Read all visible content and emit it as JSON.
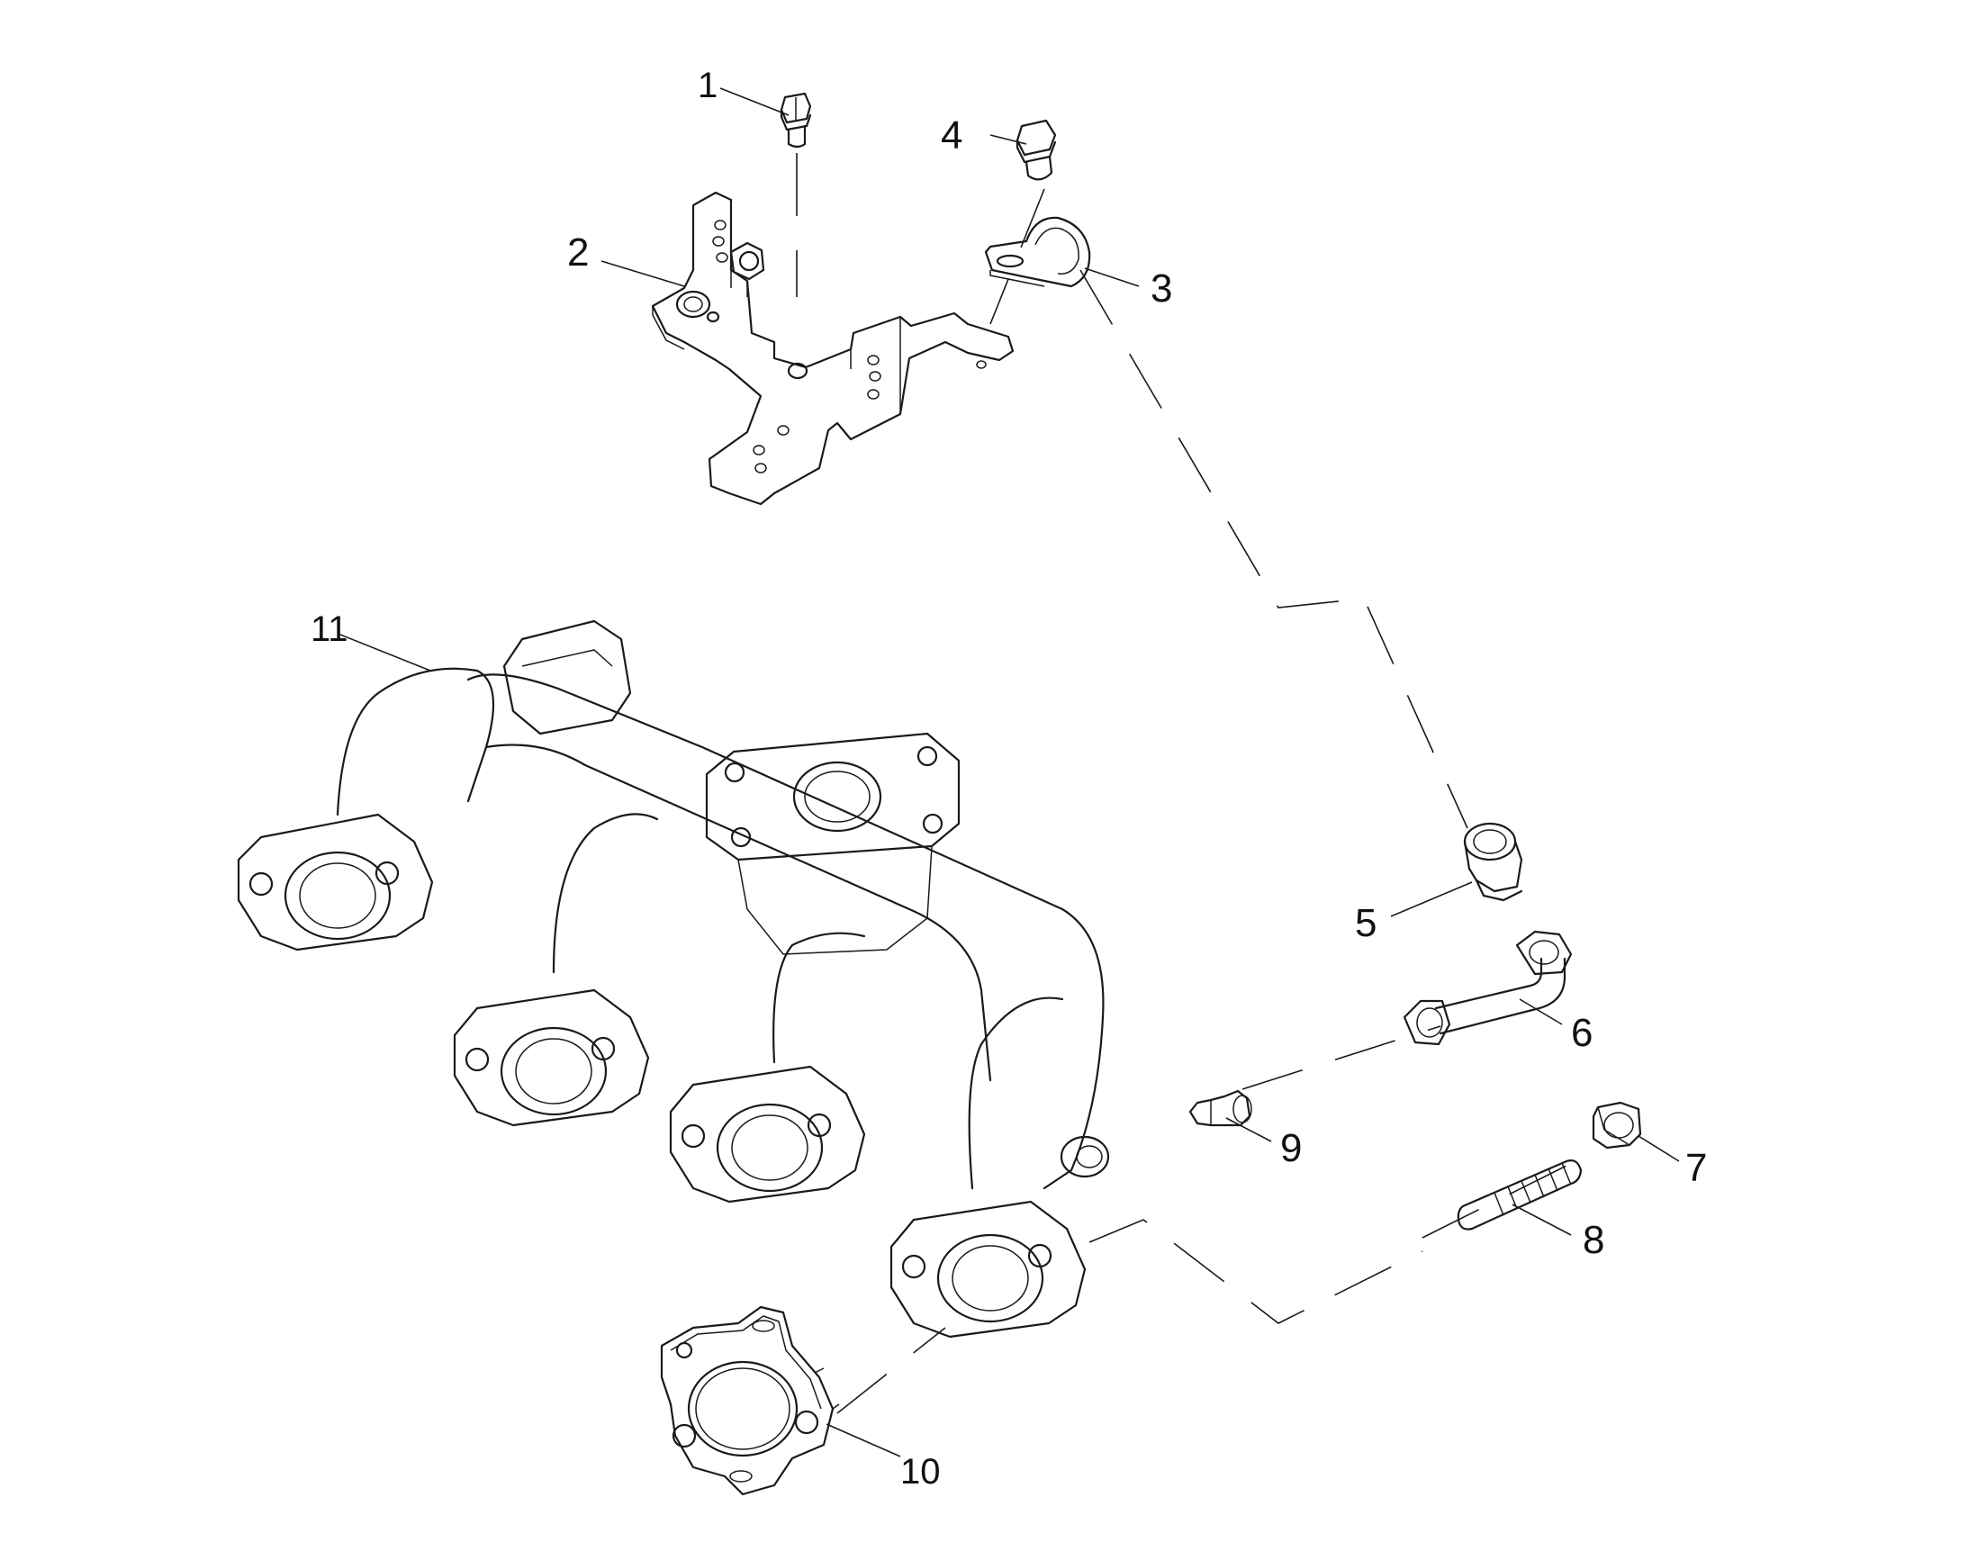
{
  "callouts": [
    {
      "id": "1",
      "label": "1"
    },
    {
      "id": "2",
      "label": "2"
    },
    {
      "id": "3",
      "label": "3"
    },
    {
      "id": "4",
      "label": "4"
    },
    {
      "id": "5",
      "label": "5"
    },
    {
      "id": "6",
      "label": "6"
    },
    {
      "id": "7",
      "label": "7"
    },
    {
      "id": "8",
      "label": "8"
    },
    {
      "id": "9",
      "label": "9"
    },
    {
      "id": "10",
      "label": "10"
    },
    {
      "id": "11",
      "label": "11"
    }
  ],
  "colors": {
    "line": "#1a1a1a",
    "background": "#ffffff"
  }
}
